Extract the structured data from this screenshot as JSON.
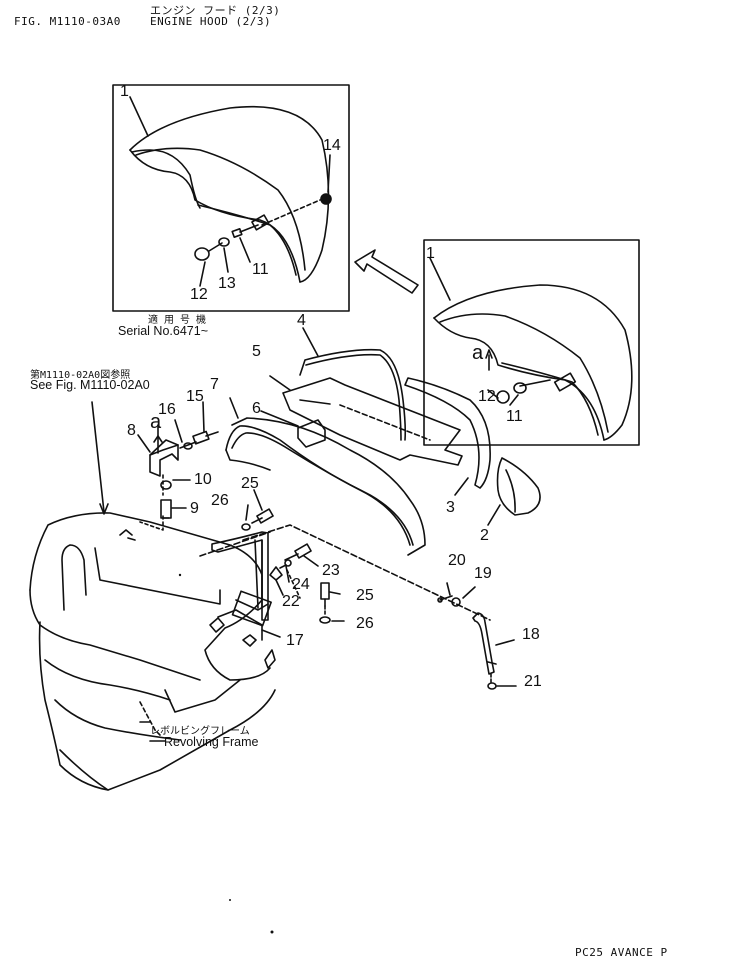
{
  "header": {
    "title_jp": "エンジン フード (2/3)",
    "fig_no": "FIG. M1110-03A0",
    "title_en": "ENGINE HOOD (2/3)"
  },
  "inset_main": {
    "serial_jp": "適 用 号 機",
    "serial_en": "Serial No.6471~"
  },
  "reference": {
    "jp": "第M1110-02A0図参照",
    "en": "See Fig. M1110-02A0"
  },
  "frame": {
    "jp": "レボルビングフレーム",
    "en": "Revolving Frame"
  },
  "labels": {
    "l1a": "1",
    "l14": "14",
    "l11a": "11",
    "l12a": "12",
    "l13": "13",
    "l1b": "1",
    "la1": "a",
    "l12b": "12",
    "l11b": "11",
    "l4": "4",
    "l5": "5",
    "l6": "6",
    "l7": "7",
    "l3": "3",
    "l2": "2",
    "l8": "8",
    "la2": "a",
    "l16": "16",
    "l15": "15",
    "l10": "10",
    "l9": "9",
    "l25a": "25",
    "l26a": "26",
    "l23": "23",
    "l24": "24",
    "l22": "22",
    "l25b": "25",
    "l26b": "26",
    "l17": "17",
    "l20": "20",
    "l19": "19",
    "l18": "18",
    "l21": "21"
  },
  "footer": {
    "code": "PC25 AVANCE P"
  }
}
